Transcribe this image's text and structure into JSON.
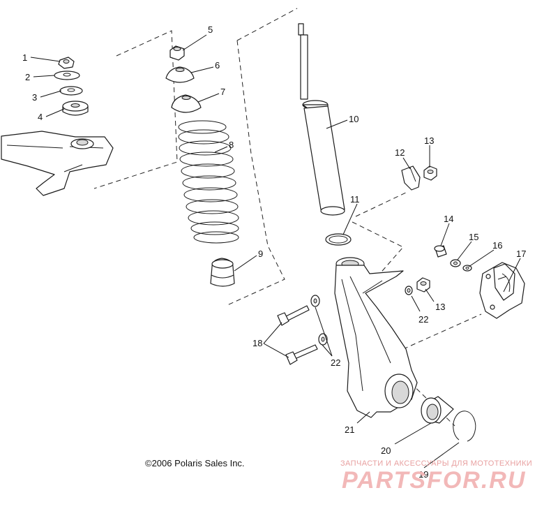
{
  "diagram": {
    "callouts": [
      "1",
      "2",
      "3",
      "4",
      "5",
      "6",
      "7",
      "8",
      "9",
      "10",
      "11",
      "12",
      "13",
      "13",
      "14",
      "15",
      "16",
      "17",
      "18",
      "19",
      "20",
      "21",
      "22",
      "22"
    ],
    "copyright": "©2006 Polaris Sales Inc.",
    "watermark": {
      "subtitle": "ЗАПЧАСТИ И АКСЕССУАРЫ ДЛЯ МОТОТЕХНИКИ",
      "logo": "PARTSFOR.RU"
    }
  }
}
